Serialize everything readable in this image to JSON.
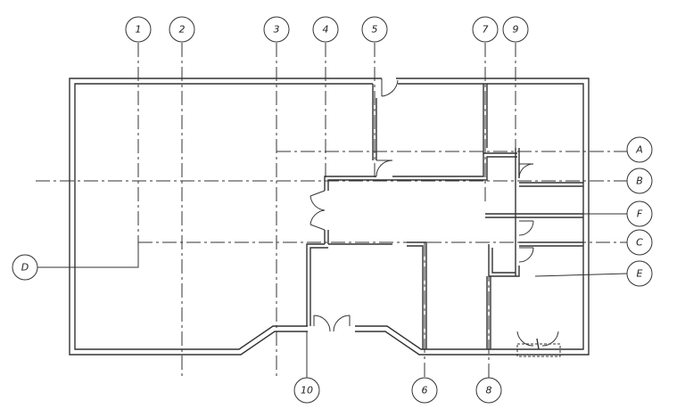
{
  "grid_bubbles": {
    "top": [
      "1",
      "2",
      "3",
      "4",
      "5",
      "7",
      "9"
    ],
    "bottom": [
      "10",
      "6",
      "8"
    ],
    "right": [
      "A",
      "B",
      "F",
      "C",
      "E"
    ],
    "left": [
      "D"
    ]
  },
  "colors": {
    "line": "#333333",
    "wall_fill": "#e9e9e9",
    "background": "#ffffff"
  }
}
